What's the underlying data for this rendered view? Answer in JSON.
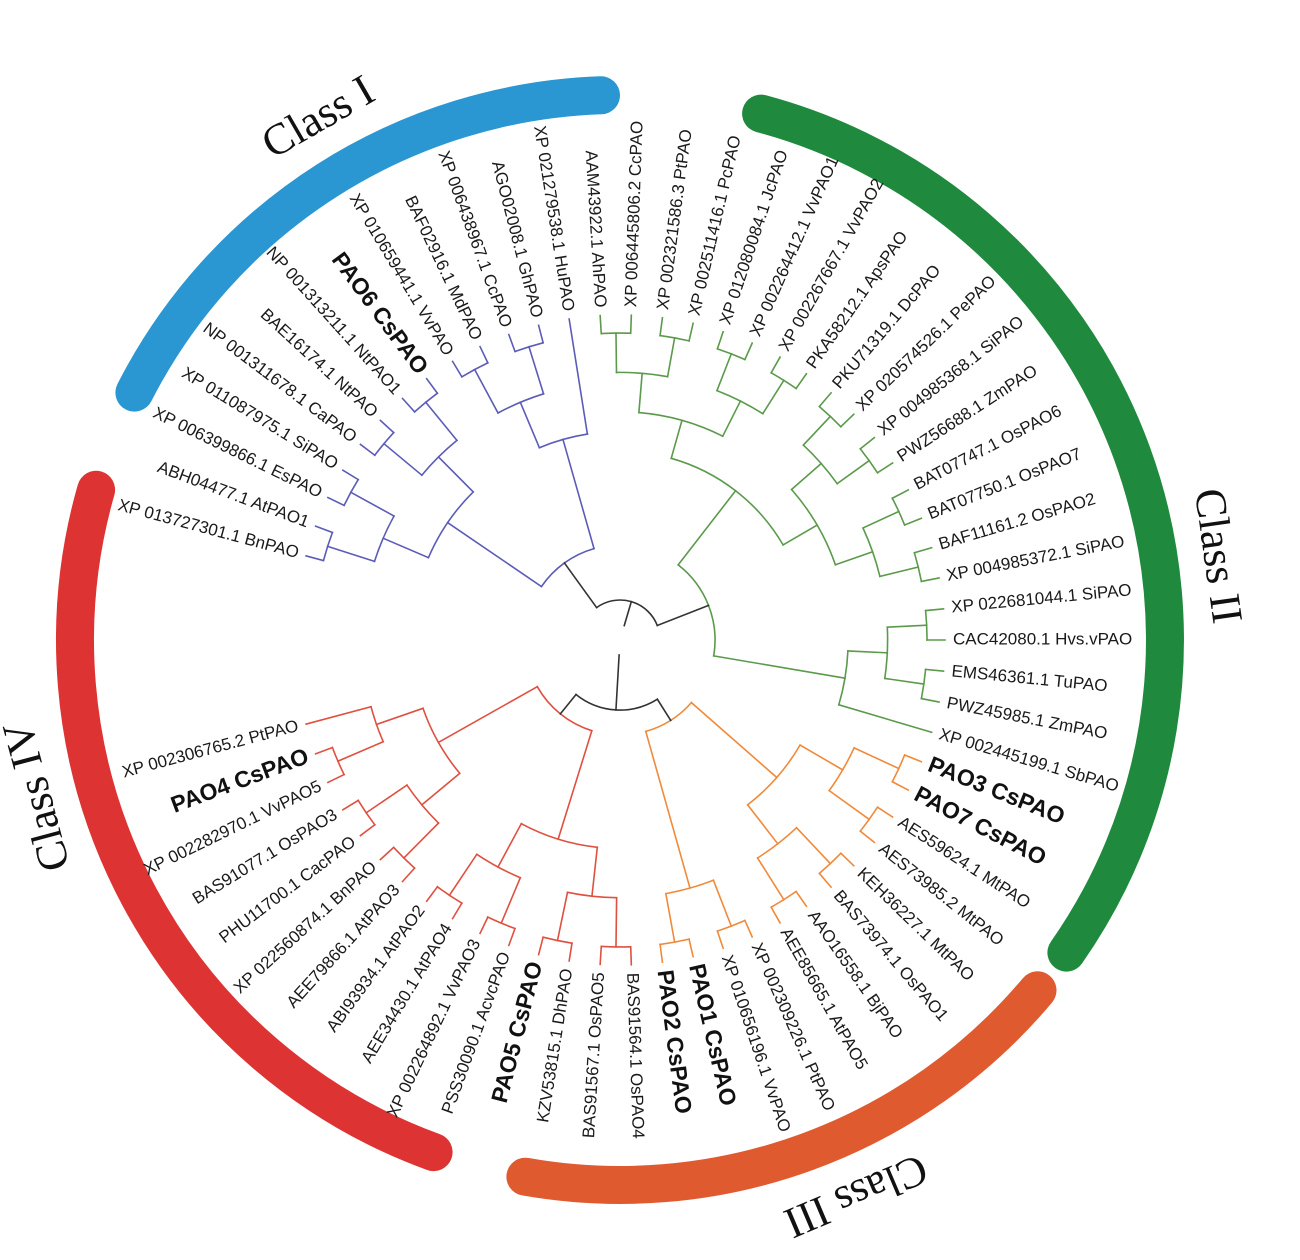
{
  "figure": {
    "type": "circular phylogenetic tree",
    "classes": [
      {
        "label": "Class I",
        "color": "#2a96d2",
        "branch_color": "#5c5cb8"
      },
      {
        "label": "Class II",
        "color": "#1f8a3e",
        "branch_color": "#5a9a4a"
      },
      {
        "label": "Class III",
        "color": "#e05a30",
        "branch_color": "#f08a3a"
      },
      {
        "label": "Class IV",
        "color": "#dd3333",
        "branch_color": "#e05040"
      }
    ],
    "root_branch_color": "#333333",
    "leaves": [
      {
        "label": "XP 013727301.1 BnPAO",
        "class": 0,
        "bold": false
      },
      {
        "label": "ABH04477.1 AtPAO1",
        "class": 0,
        "bold": false
      },
      {
        "label": "XP 006399866.1 EsPAO",
        "class": 0,
        "bold": false
      },
      {
        "label": "XP 011087975.1 SiPAO",
        "class": 0,
        "bold": false
      },
      {
        "label": "NP 001311678.1 CaPAO",
        "class": 0,
        "bold": false
      },
      {
        "label": "BAE16174.1 NtPAO",
        "class": 0,
        "bold": false
      },
      {
        "label": "NP 001313211.1 NtPAO1",
        "class": 0,
        "bold": false
      },
      {
        "label": "PAO6 CsPAO",
        "class": 0,
        "bold": true
      },
      {
        "label": "XP 010659441.1 VvPAO",
        "class": 0,
        "bold": false
      },
      {
        "label": "BAF02916.1 MdPAO",
        "class": 0,
        "bold": false
      },
      {
        "label": "XP 006438967.1 CcPAO",
        "class": 0,
        "bold": false
      },
      {
        "label": "AGO02008.1 GhPAO",
        "class": 0,
        "bold": false
      },
      {
        "label": "XP 021279538.1 HuPAO",
        "class": 0,
        "bold": false
      },
      {
        "label": "AAM43922.1 AhPAO",
        "class": 1,
        "bold": false
      },
      {
        "label": "XP 006445806.2 CcPAO",
        "class": 1,
        "bold": false
      },
      {
        "label": "XP 002321586.3 PtPAO",
        "class": 1,
        "bold": false
      },
      {
        "label": "XP 002511416.1 PcPAO",
        "class": 1,
        "bold": false
      },
      {
        "label": "XP 012080084.1 JcPAO",
        "class": 1,
        "bold": false
      },
      {
        "label": "XP 002264412.1 VvPAO1",
        "class": 1,
        "bold": false
      },
      {
        "label": "XP 002267667.1 VvPAO2",
        "class": 1,
        "bold": false
      },
      {
        "label": "PKA58212.1 ApsPAO",
        "class": 1,
        "bold": false
      },
      {
        "label": "PKU71319.1 DcPAO",
        "class": 1,
        "bold": false
      },
      {
        "label": "XP 020574526.1 PePAO",
        "class": 1,
        "bold": false
      },
      {
        "label": "XP 004985368.1 SiPAO",
        "class": 1,
        "bold": false
      },
      {
        "label": "PWZ56688.1 ZmPAO",
        "class": 1,
        "bold": false
      },
      {
        "label": "BAT07747.1 OsPAO6",
        "class": 1,
        "bold": false
      },
      {
        "label": "BAT07750.1 OsPAO7",
        "class": 1,
        "bold": false
      },
      {
        "label": "BAF11161.2 OsPAO2",
        "class": 1,
        "bold": false
      },
      {
        "label": "XP 004985372.1 SiPAO",
        "class": 1,
        "bold": false
      },
      {
        "label": "XP 022681044.1 SiPAO",
        "class": 1,
        "bold": false
      },
      {
        "label": "CAC42080.1 Hvs.vPAO",
        "class": 1,
        "bold": false
      },
      {
        "label": "EMS46361.1 TuPAO",
        "class": 1,
        "bold": false
      },
      {
        "label": "PWZ45985.1 ZmPAO",
        "class": 1,
        "bold": false
      },
      {
        "label": "XP 002445199.1 SbPAO",
        "class": 1,
        "bold": false
      },
      {
        "label": "PAO3 CsPAO",
        "class": 2,
        "bold": true
      },
      {
        "label": "PAO7 CsPAO",
        "class": 2,
        "bold": true
      },
      {
        "label": "AES59624.1 MtPAO",
        "class": 2,
        "bold": false
      },
      {
        "label": "AES73985.2 MtPAO",
        "class": 2,
        "bold": false
      },
      {
        "label": "KEH36227.1 MtPAO",
        "class": 2,
        "bold": false
      },
      {
        "label": "BAS73974.1 OsPAO1",
        "class": 2,
        "bold": false
      },
      {
        "label": "AAO16558.1 BjPAO",
        "class": 2,
        "bold": false
      },
      {
        "label": "AEE85665.1 AtPAO5",
        "class": 2,
        "bold": false
      },
      {
        "label": "XP 002309226.1 PtPAO",
        "class": 2,
        "bold": false
      },
      {
        "label": "XP 010656196.1 VvPAO",
        "class": 2,
        "bold": false
      },
      {
        "label": "PAO1 CsPAO",
        "class": 2,
        "bold": true
      },
      {
        "label": "PAO2 CsPAO",
        "class": 2,
        "bold": true
      },
      {
        "label": "BAS91564.1 OsPAO4",
        "class": 3,
        "bold": false
      },
      {
        "label": "BAS91567.1 OsPAO5",
        "class": 3,
        "bold": false
      },
      {
        "label": "KZV53815.1 DhPAO",
        "class": 3,
        "bold": false
      },
      {
        "label": "PAO5 CsPAO",
        "class": 3,
        "bold": true
      },
      {
        "label": "PSS30090.1 AcvcPAO",
        "class": 3,
        "bold": false
      },
      {
        "label": "XP 002264892.1 VvPAO3",
        "class": 3,
        "bold": false
      },
      {
        "label": "AEE34430.1 AtPAO4",
        "class": 3,
        "bold": false
      },
      {
        "label": "ABI93934.1 AtPAO2",
        "class": 3,
        "bold": false
      },
      {
        "label": "AEE79866.1 AtPAO3",
        "class": 3,
        "bold": false
      },
      {
        "label": "XP 022560874.1 BnPAO",
        "class": 3,
        "bold": false
      },
      {
        "label": "PHU11700.1 CacPAO",
        "class": 3,
        "bold": false
      },
      {
        "label": "BAS91077.1 OsPAO3",
        "class": 3,
        "bold": false
      },
      {
        "label": "XP 002282970.1 VvPAO5",
        "class": 3,
        "bold": false
      },
      {
        "label": "PAO4 CsPAO",
        "class": 3,
        "bold": true
      },
      {
        "label": "XP 002306765.2 PtPAO",
        "class": 3,
        "bold": false
      }
    ]
  }
}
